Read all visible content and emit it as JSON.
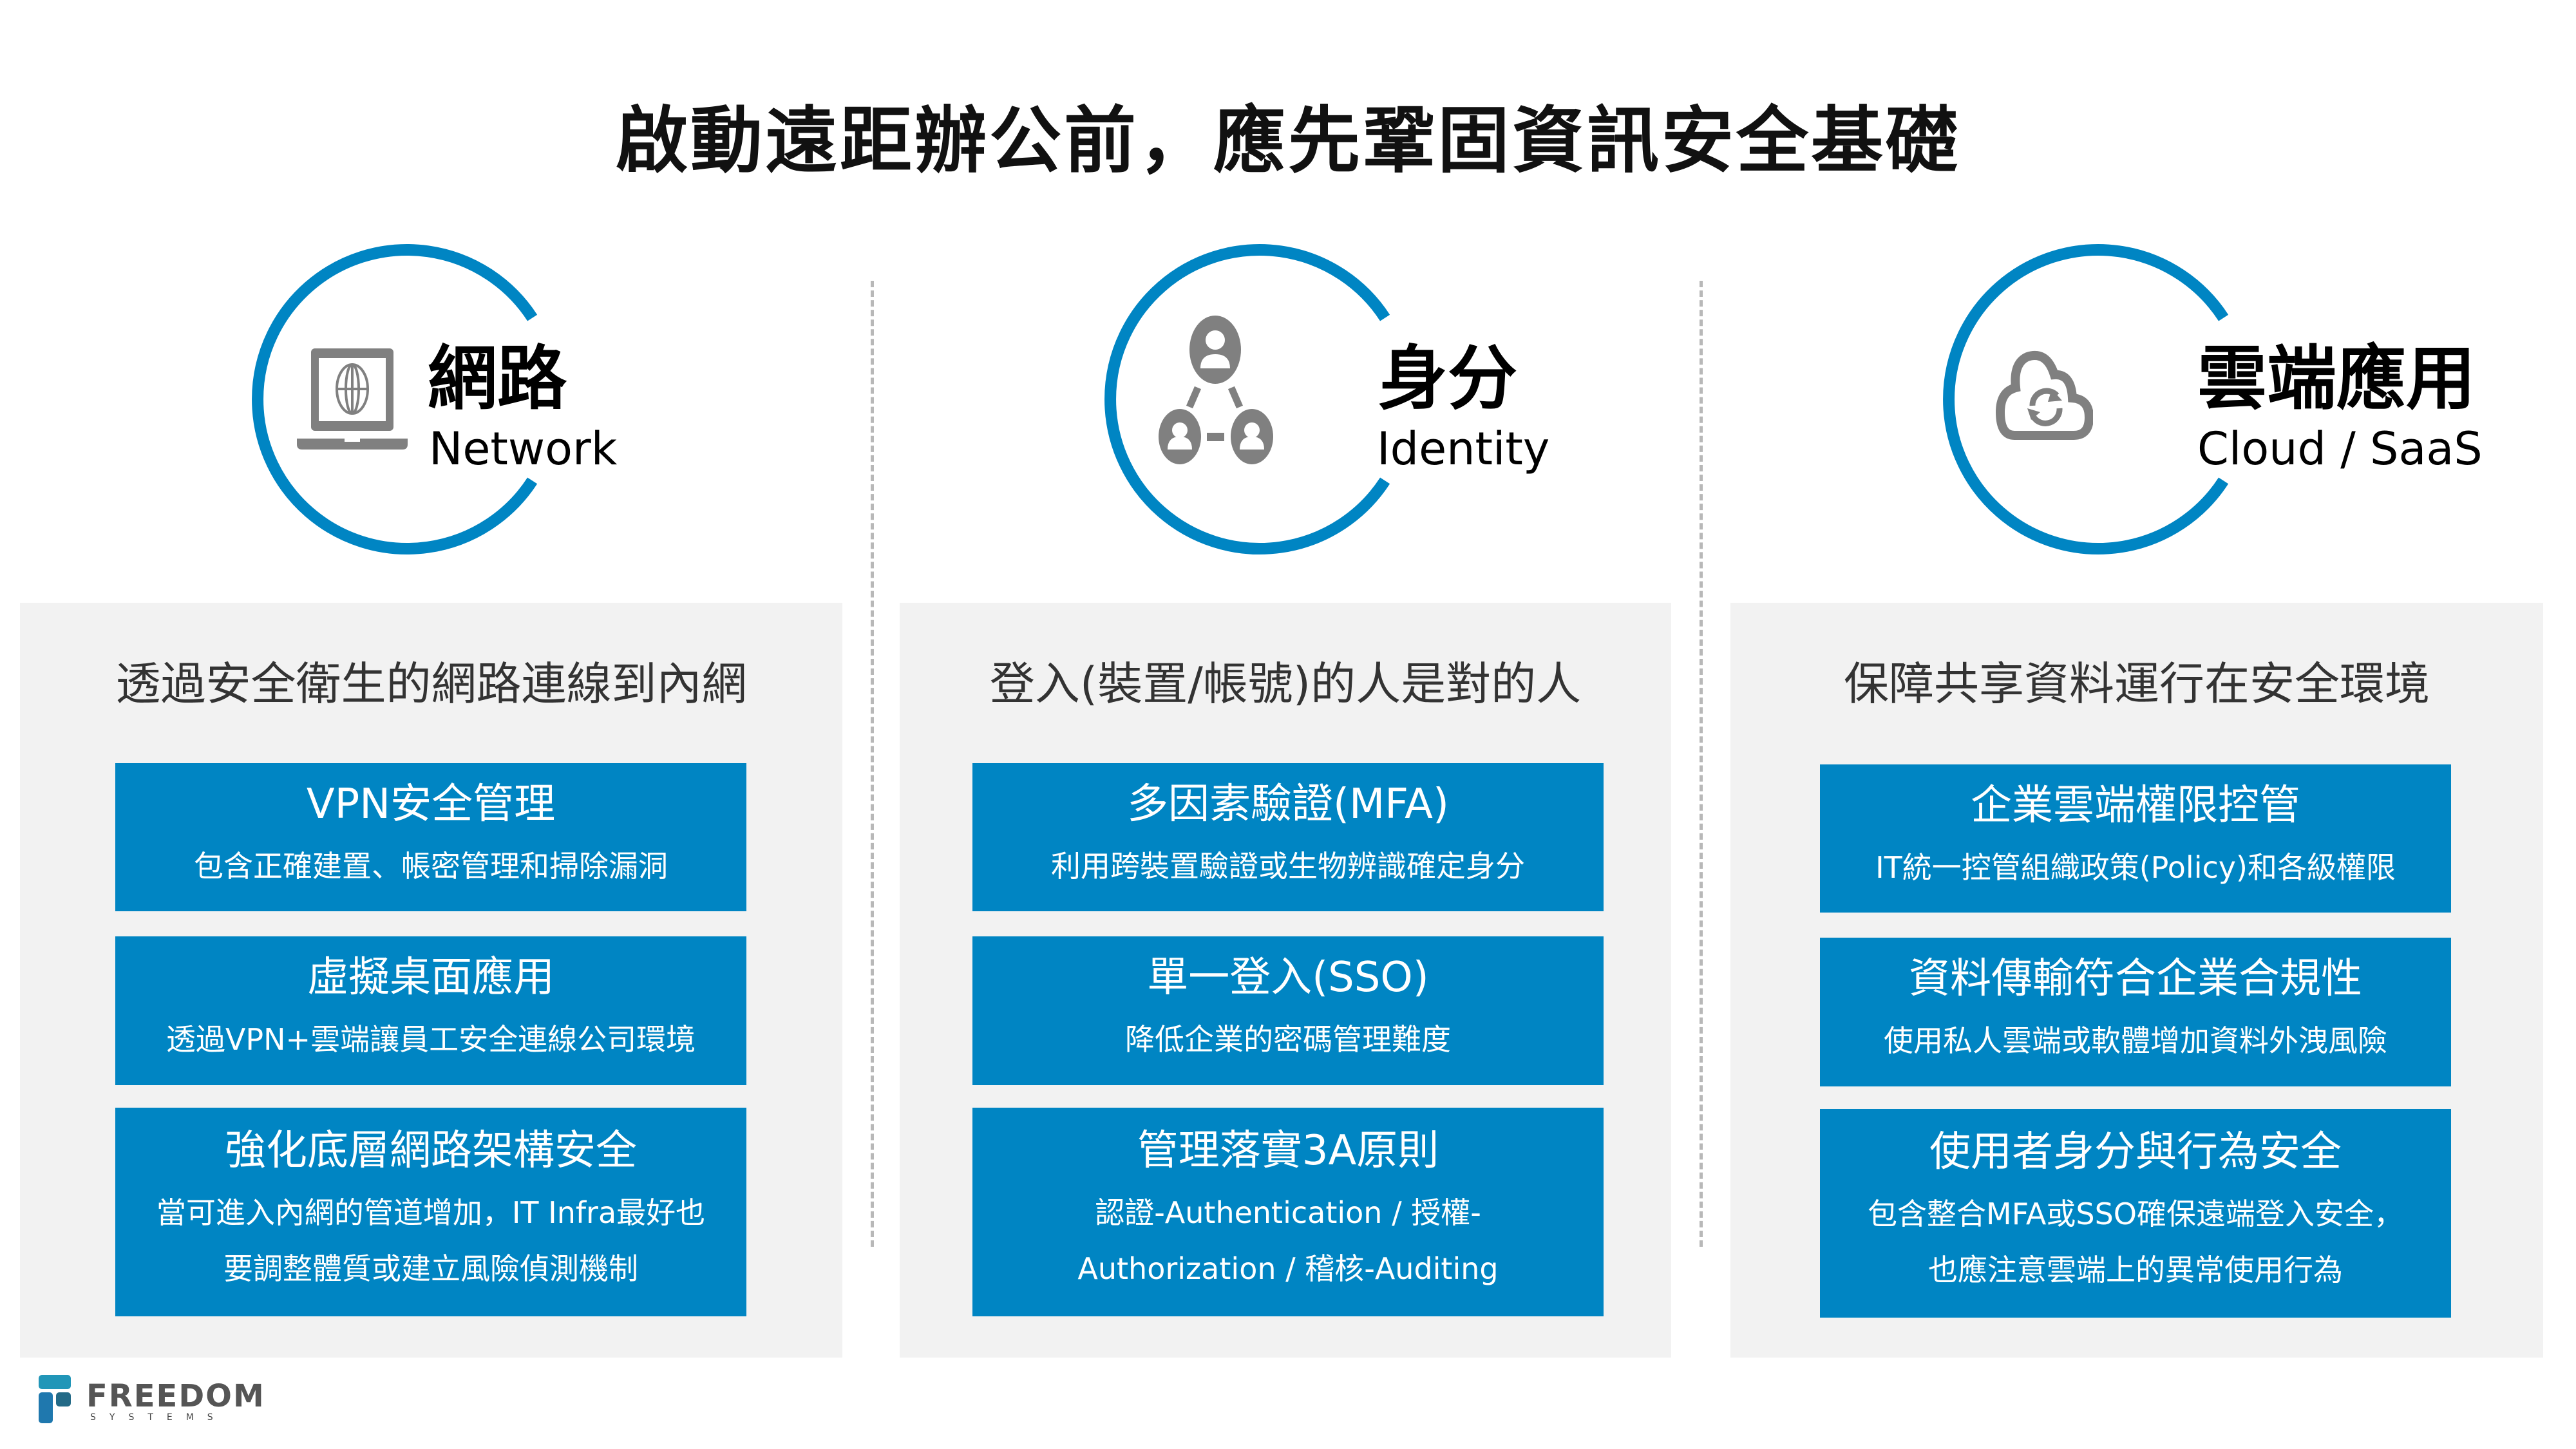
{
  "title": "啟動遠距辦公前，應先鞏固資訊安全基礎",
  "colors": {
    "accent": "#0085c3",
    "panel": "#f2f2f2",
    "icon": "#808080"
  },
  "columns": [
    {
      "icon": "laptop-globe-icon",
      "name_cn": "網路",
      "name_en": "Network",
      "subtitle": "透過安全衛生的網路連線到內網",
      "items": [
        {
          "title": "VPN安全管理",
          "desc": [
            "包含正確建置、帳密管理和掃除漏洞"
          ]
        },
        {
          "title": "虛擬桌面應用",
          "desc": [
            "透過VPN+雲端讓員工安全連線公司環境"
          ]
        },
        {
          "title": "強化底層網路架構安全",
          "desc": [
            "當可進入內網的管道增加，IT Infra最好也",
            "要調整體質或建立風險偵測機制"
          ]
        }
      ]
    },
    {
      "icon": "user-network-icon",
      "name_cn": "身分",
      "name_en": "Identity",
      "subtitle": "登入(裝置/帳號)的人是對的人",
      "items": [
        {
          "title": "多因素驗證(MFA)",
          "desc": [
            "利用跨裝置驗證或生物辨識確定身分"
          ]
        },
        {
          "title": "單一登入(SSO)",
          "desc": [
            "降低企業的密碼管理難度"
          ]
        },
        {
          "title": "管理落實3A原則",
          "desc": [
            "認證-Authentication / 授權-",
            "Authorization / 稽核-Auditing"
          ]
        }
      ]
    },
    {
      "icon": "cloud-sync-icon",
      "name_cn": "雲端應用",
      "name_en": "Cloud / SaaS",
      "subtitle": "保障共享資料運行在安全環境",
      "items": [
        {
          "title": "企業雲端權限控管",
          "desc": [
            "IT統一控管組織政策(Policy)和各級權限"
          ]
        },
        {
          "title": "資料傳輸符合企業合規性",
          "desc": [
            "使用私人雲端或軟體增加資料外洩風險"
          ]
        },
        {
          "title": "使用者身分與行為安全",
          "desc": [
            "包含整合MFA或SSO確保遠端登入安全，",
            "也應注意雲端上的異常使用行為"
          ]
        }
      ]
    }
  ],
  "logo": {
    "name": "FREEDOM",
    "sub": "SYSTEMS"
  }
}
